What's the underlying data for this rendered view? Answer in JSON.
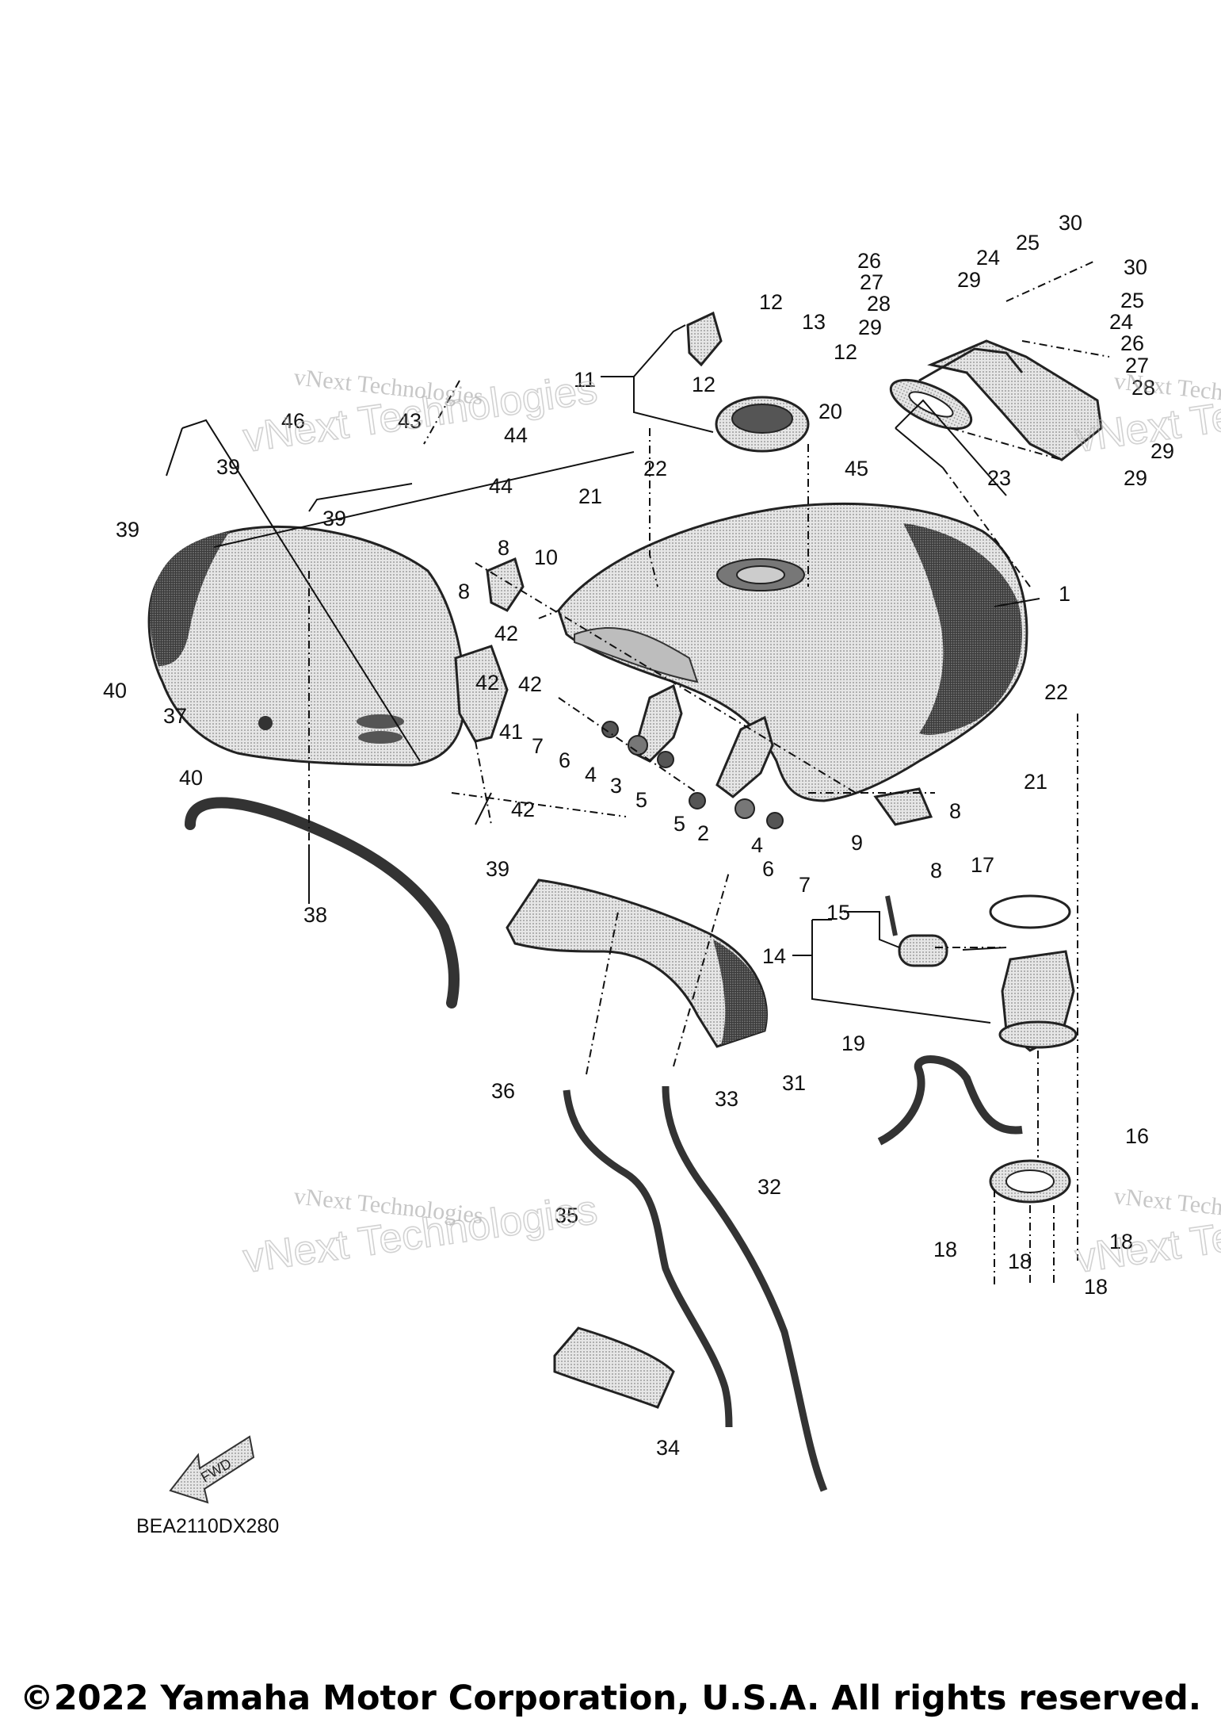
{
  "diagram": {
    "code": "BEA2110DX280",
    "fwd_label": "FWD",
    "watermarks": [
      {
        "line1": "vNext Technologies",
        "line2": "vNext Technologies"
      },
      {
        "line1": "vNext Technologies",
        "line2": "vNext Technologies"
      },
      {
        "line1": "vNext Technologies",
        "line2": "vNext Technologies"
      },
      {
        "line1": "vNext Technologies",
        "line2": "vNext Technologies"
      }
    ],
    "callouts": [
      "1",
      "2",
      "3",
      "4",
      "4",
      "5",
      "5",
      "6",
      "6",
      "7",
      "7",
      "8",
      "8",
      "8",
      "8",
      "9",
      "10",
      "11",
      "12",
      "12",
      "12",
      "13",
      "14",
      "15",
      "16",
      "17",
      "18",
      "18",
      "18",
      "18",
      "19",
      "20",
      "21",
      "21",
      "22",
      "22",
      "23",
      "24",
      "24",
      "25",
      "25",
      "26",
      "26",
      "27",
      "27",
      "28",
      "28",
      "29",
      "29",
      "29",
      "29",
      "30",
      "30",
      "31",
      "32",
      "33",
      "34",
      "35",
      "36",
      "37",
      "38",
      "39",
      "39",
      "39",
      "39",
      "40",
      "40",
      "41",
      "42",
      "42",
      "42",
      "42",
      "43",
      "44",
      "44",
      "45",
      "46"
    ]
  },
  "footer": {
    "copyright": "©2022 Yamaha Motor Corporation, U.S.A. All rights reserved."
  }
}
